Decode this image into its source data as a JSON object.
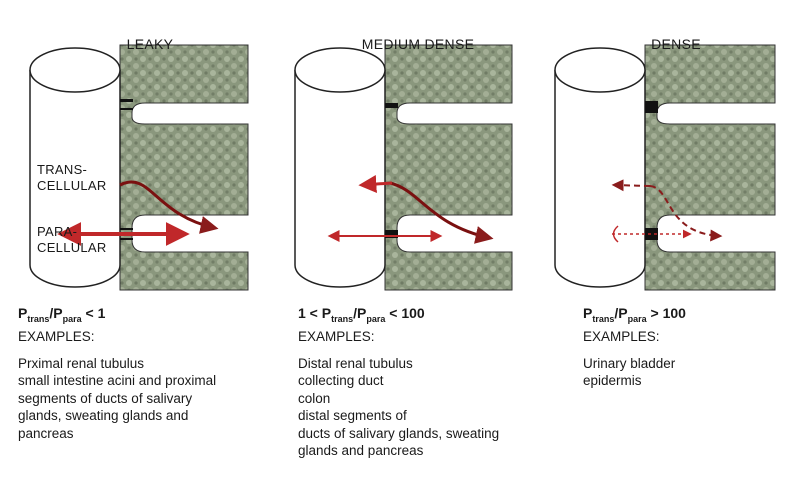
{
  "panels": [
    {
      "title": "LEAKY",
      "ratio": {
        "lhs": "",
        "p_trans": "trans",
        "p_para": "para",
        "rhs": "< 1"
      },
      "examples_heading": "EXAMPLES:",
      "examples": [
        "Prximal renal tubulus",
        "small intestine acini and proximal",
        "segments of ducts of salivary",
        "glands, sweating glands and",
        "pancreas"
      ]
    },
    {
      "title": "MEDIUM DENSE",
      "ratio": {
        "lhs": "1 <",
        "p_trans": "trans",
        "p_para": "para",
        "rhs": "< 100"
      },
      "examples_heading": "EXAMPLES:",
      "examples": [
        "Distal renal tubulus",
        "collecting duct",
        "colon",
        "distal segments of",
        "ducts of salivary glands, sweating",
        "glands and pancreas"
      ]
    },
    {
      "title": "DENSE",
      "ratio": {
        "lhs": "",
        "p_trans": "trans",
        "p_para": "para",
        "rhs": "> 100"
      },
      "examples_heading": "EXAMPLES:",
      "examples": [
        "Urinary bladder",
        "epidermis"
      ]
    }
  ],
  "labels": {
    "trans": [
      "TRANS-",
      "CELLULAR"
    ],
    "para": [
      "PARA-",
      "CELLULAR"
    ]
  },
  "colors": {
    "tissue": "#8c9a80",
    "arrow": "#c0282a",
    "arrow_dark": "#7a1010",
    "junction": "#111111"
  }
}
